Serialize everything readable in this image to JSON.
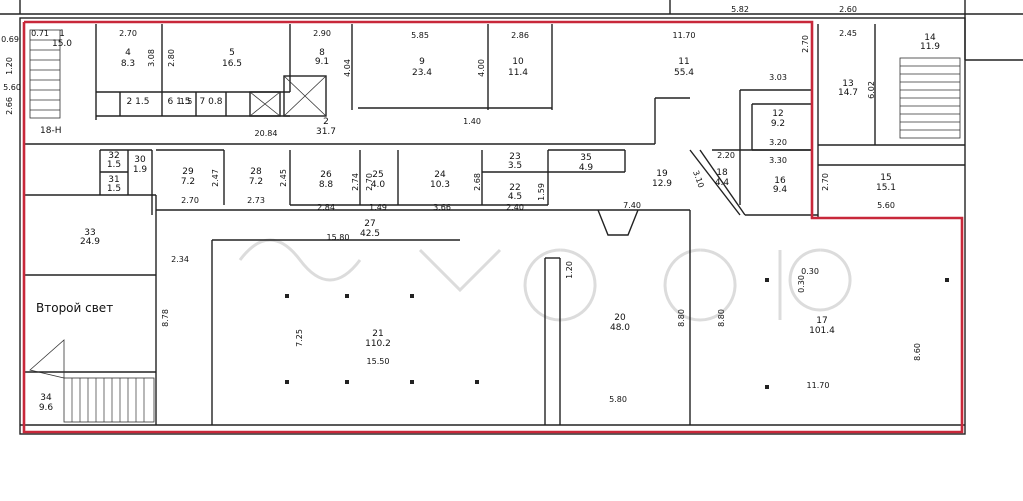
{
  "rooms": {
    "r1": {
      "n": "1",
      "a": "15.0"
    },
    "r2": {
      "n": "2",
      "a": "31.7"
    },
    "r3": {
      "n": "2 1.5"
    },
    "r4": {
      "n": "4",
      "a": "8.3"
    },
    "r5": {
      "n": "5",
      "a": "16.5"
    },
    "r6": {
      "n": "6 1.5"
    },
    "r7": {
      "n": "7 0.8"
    },
    "r8": {
      "n": "8",
      "a": "9.1"
    },
    "r9": {
      "n": "9",
      "a": "23.4"
    },
    "r10": {
      "n": "10",
      "a": "11.4"
    },
    "r11": {
      "n": "11",
      "a": "55.4"
    },
    "r12": {
      "n": "12",
      "a": "9.2"
    },
    "r13": {
      "n": "13",
      "a": "14.7"
    },
    "r14": {
      "n": "14",
      "a": "11.9"
    },
    "r15": {
      "n": "15",
      "a": "15.1"
    },
    "r16": {
      "n": "16",
      "a": "9.4"
    },
    "r17": {
      "n": "17",
      "a": "101.4"
    },
    "r18": {
      "n": "18",
      "a": "4.4"
    },
    "r19": {
      "n": "19",
      "a": "12.9"
    },
    "r20": {
      "n": "20",
      "a": "48.0"
    },
    "r21": {
      "n": "21",
      "a": "110.2"
    },
    "r22": {
      "n": "22",
      "a": "4.5"
    },
    "r23": {
      "n": "23",
      "a": "3.5"
    },
    "r24": {
      "n": "24",
      "a": "10.3"
    },
    "r25": {
      "n": "25",
      "a": "4.0"
    },
    "r26": {
      "n": "26",
      "a": "8.8"
    },
    "r27": {
      "n": "27",
      "a": "42.5"
    },
    "r28": {
      "n": "28",
      "a": "7.2"
    },
    "r29": {
      "n": "29",
      "a": "7.2"
    },
    "r30": {
      "n": "30",
      "a": "1.9"
    },
    "r31": {
      "n": "31",
      "a": "1.5"
    },
    "r32": {
      "n": "32",
      "a": "1.5"
    },
    "r33": {
      "n": "33",
      "a": "24.9"
    },
    "r34": {
      "n": "34",
      "a": "9.6"
    },
    "r35": {
      "n": "35",
      "a": "4.9"
    }
  },
  "labels": {
    "section": "18-Н",
    "second_light": "Второй свет"
  },
  "dims": {
    "d1": "2.70",
    "d2": "2.90",
    "d3": "5.85",
    "d4": "2.86",
    "d5": "11.70",
    "d6": "2.45",
    "d7": "5.82",
    "d8": "2.60",
    "d9": "20.84",
    "d10": "3.03",
    "d11": "3.20",
    "d12": "3.30",
    "d13": "2.20",
    "d14": "5.60",
    "d15": "2.70",
    "d16": "2.73",
    "d17": "2.84",
    "d18": "1.49",
    "d19": "3.66",
    "d20": "2.40",
    "d21": "7.40",
    "d22": "15.80",
    "d23": "2.34",
    "d24": "15.50",
    "d25": "5.80",
    "d26": "11.70",
    "d27": "0.30",
    "d28": "0.71",
    "d29": "0.69",
    "d30": "5.60",
    "d31": "1.5",
    "d32": "1.40",
    "v1": "3.08",
    "v2": "2.80",
    "v3": "4.04",
    "v4": "4.00",
    "v5": "2.70",
    "v6": "6.02",
    "v7": "2.47",
    "v8": "2.45",
    "v9": "2.74",
    "v10": "2.68",
    "v11": "1.59",
    "v12": "3.10",
    "v13": "2.70",
    "v14": "8.78",
    "v15": "7.25",
    "v16": "1.20",
    "v17": "8.80",
    "v18": "8.80",
    "v19": "8.60",
    "v20": "0.30",
    "v21": "1.20",
    "v22": "2.66",
    "v23": "2.70"
  }
}
